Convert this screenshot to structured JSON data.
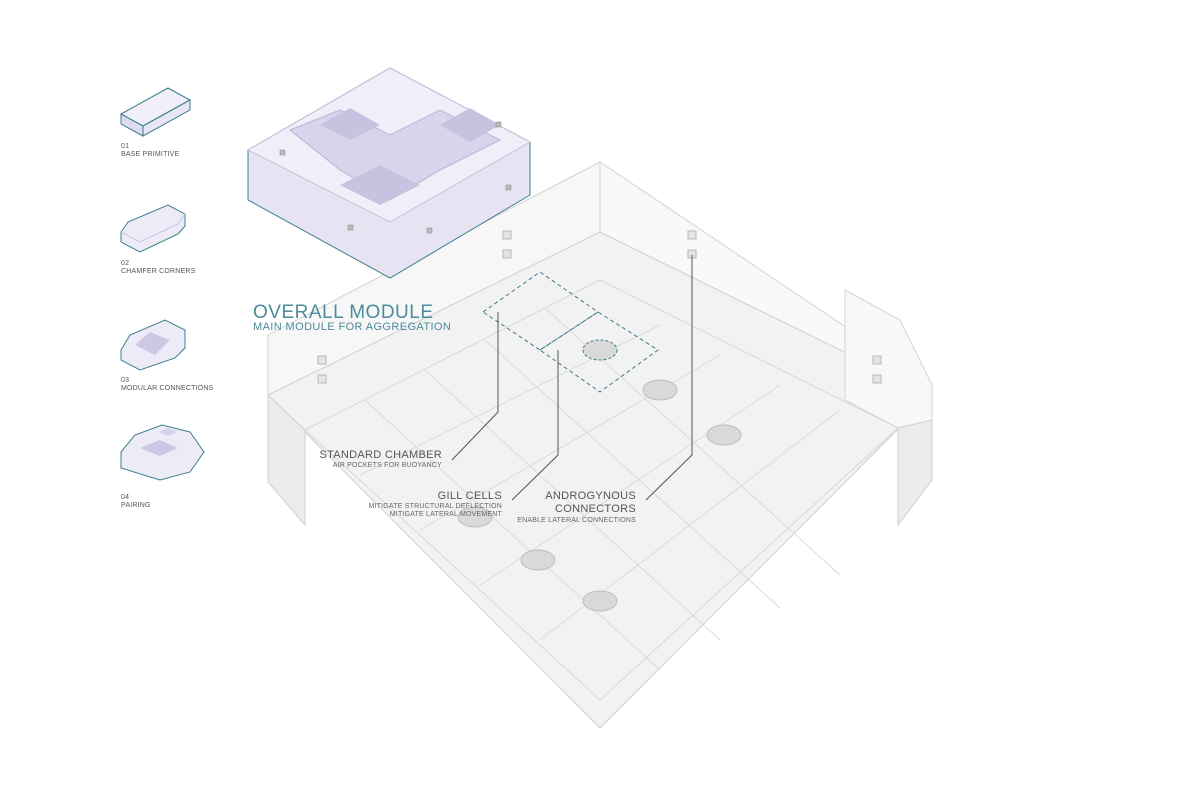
{
  "colors": {
    "accent": "#4a8c99",
    "outline": "#3e7d8c",
    "module_fill": "#eceaf6",
    "module_shadow": "#c9c4df",
    "platform_fill": "#efefef",
    "platform_line": "#c8c8c8",
    "text": "#555555"
  },
  "steps": [
    {
      "num": "01",
      "label": "BASE PRIMITIVE"
    },
    {
      "num": "02",
      "label": "CHAMFER CORNERS"
    },
    {
      "num": "03",
      "label": "MODULAR CONNECTIONS"
    },
    {
      "num": "04",
      "label": "PAIRING"
    }
  ],
  "overall": {
    "title": "OVERALL MODULE",
    "subtitle": "MAIN MODULE FOR AGGREGATION"
  },
  "annotations": {
    "standard_chamber": {
      "title": "STANDARD CHAMBER",
      "desc": "AIR POCKETS FOR BUOYANCY"
    },
    "gill_cells": {
      "title": "GILL CELLS",
      "desc1": "MITIGATE STRUCTURAL DEFLECTION",
      "desc2": "MITIGATE LATERAL MOVEMENT"
    },
    "androgynous": {
      "title1": "ANDROGYNOUS",
      "title2": "CONNECTORS",
      "desc": "ENABLE LATERAL CONNECTIONS"
    }
  }
}
